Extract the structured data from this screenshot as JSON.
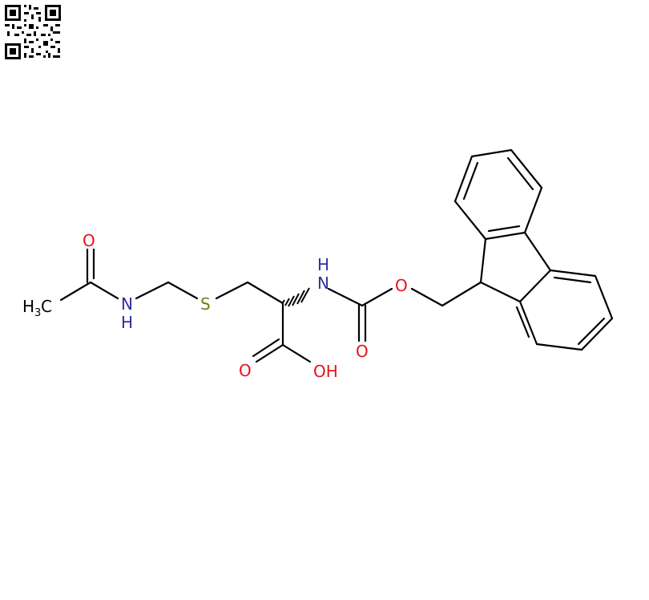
{
  "molecule": {
    "atoms": {
      "o_acetyl": "O",
      "ch3": "H",
      "ch3_sub": "3",
      "ch3_c": "C",
      "n_amide": "N",
      "n_amide_h": "H",
      "s": "S",
      "n_carbamate_h": "H",
      "n_carbamate": "N",
      "o_ester": "O",
      "o_carbonyl_carbamate": "O",
      "o_acid_carbonyl": "O",
      "oh": "OH"
    },
    "colors": {
      "bond": "#000000",
      "oxygen": "#e8111d",
      "nitrogen": "#2f2f9e",
      "sulfur": "#7a7a10",
      "carbon": "#000000"
    }
  }
}
